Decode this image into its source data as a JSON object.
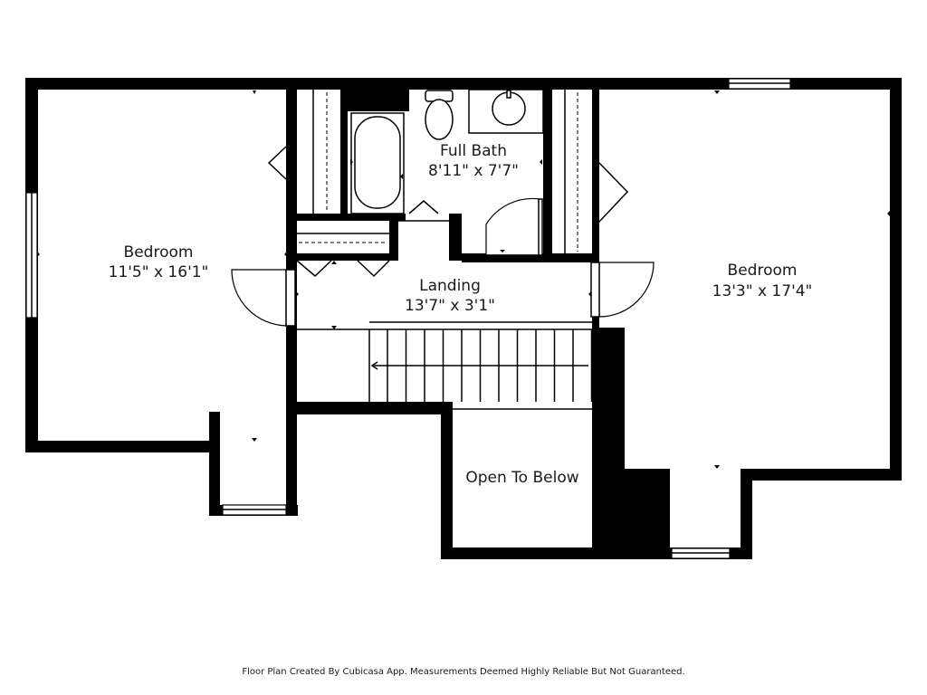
{
  "rooms": {
    "bedroom_left": {
      "name": "Bedroom",
      "dims": "11'5\" x 16'1\""
    },
    "full_bath": {
      "name": "Full Bath",
      "dims": "8'11\" x 7'7\""
    },
    "landing": {
      "name": "Landing",
      "dims": "13'7\" x 3'1\""
    },
    "bedroom_right": {
      "name": "Bedroom",
      "dims": "13'3\" x 17'4\""
    },
    "open_to_below": {
      "name": "Open To Below"
    }
  },
  "footer": {
    "text": "Floor Plan Created By Cubicasa App. Measurements Deemed Highly Reliable But Not Guaranteed."
  },
  "colors": {
    "wall": "#000000",
    "background": "#ffffff",
    "text": "#1a1a1a"
  }
}
